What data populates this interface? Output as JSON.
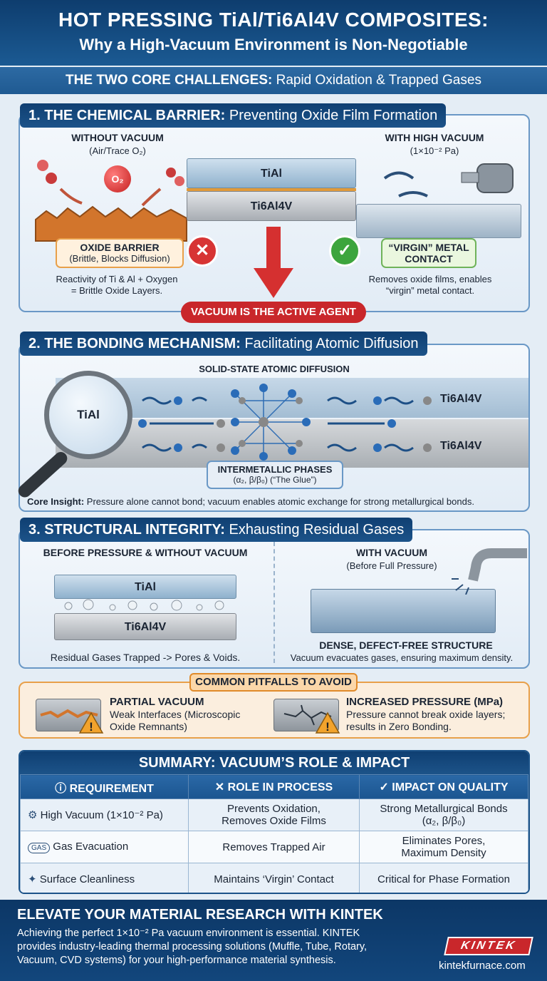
{
  "header": {
    "title": "HOT PRESSING TiAl/Ti6Al4V COMPOSITES:",
    "subtitle": "Why a High-Vacuum Environment is Non-Negotiable"
  },
  "challenges": {
    "bold": "THE TWO CORE CHALLENGES:",
    "rest": " Rapid Oxidation & Trapped Gases"
  },
  "s1": {
    "title_bold": "1. THE CHEMICAL BARRIER:",
    "title_rest": " Preventing Oxide Film Formation",
    "without_label": "WITHOUT VACUUM",
    "without_sub": "(Air/Trace O₂)",
    "with_label": "WITH HIGH VACUUM",
    "with_sub": "(1×10⁻² Pa)",
    "o2": "O₂",
    "plate_top": "TiAl",
    "plate_bottom": "Ti6Al4V",
    "oxide_title": "OXIDE BARRIER",
    "oxide_sub": "(Brittle, Blocks Diffusion)",
    "virgin_1": "“VIRGIN” METAL",
    "virgin_2": "CONTACT",
    "left_note_1": "Reactivity of Ti & Al + Oxygen",
    "left_note_2": "= Brittle Oxide Layers.",
    "right_note_1": "Removes oxide films, enables",
    "right_note_2": "“virgin” metal contact.",
    "agent": "VACUUM IS THE ACTIVE AGENT"
  },
  "s2": {
    "title_bold": "2. THE BONDING MECHANISM:",
    "title_rest": " Facilitating Atomic Diffusion",
    "diffusion": "SOLID-STATE ATOMIC DIFFUSION",
    "left_label": "TiAl",
    "right_label_1": "Ti6Al4V",
    "right_label_2": "Ti6Al4V",
    "phases_1": "INTERMETALLIC PHASES",
    "phases_2": "(α₂, β/β₀) (“The Glue”)",
    "insight_bold": "Core Insight:",
    "insight_rest": " Pressure alone cannot bond; vacuum enables atomic exchange for strong metallurgical bonds."
  },
  "s3": {
    "title_bold": "3. STRUCTURAL INTEGRITY:",
    "title_rest": " Exhausting Residual Gases",
    "before_label": "BEFORE PRESSURE & WITHOUT VACUUM",
    "plate_top": "TiAl",
    "plate_bottom": "Ti6Al4V",
    "before_note": "Residual Gases Trapped -> Pores & Voids.",
    "with_label": "WITH VACUUM",
    "with_sub": "(Before Full Pressure)",
    "dense": "DENSE, DEFECT-FREE STRUCTURE",
    "dense_note": "Vacuum evacuates gases, ensuring maximum density."
  },
  "pitfalls": {
    "title": "COMMON PITFALLS TO AVOID",
    "p1_title": "PARTIAL VACUUM",
    "p1_text_1": "Weak Interfaces (Microscopic",
    "p1_text_2": "Oxide Remnants)",
    "p2_title": "INCREASED PRESSURE (MPa)",
    "p2_text_1": "Pressure cannot break oxide layers;",
    "p2_text_2": "results in Zero Bonding."
  },
  "summary": {
    "title": "SUMMARY: VACUUM’S ROLE & IMPACT",
    "headers": [
      "REQUIREMENT",
      "ROLE IN PROCESS",
      "IMPACT ON QUALITY"
    ],
    "rows": [
      {
        "req": "High Vacuum (1×10⁻² Pa)",
        "role_1": "Prevents Oxidation,",
        "role_2": "Removes Oxide Films",
        "impact_1": "Strong Metallurgical Bonds",
        "impact_2": "(α₂, β/β₀)"
      },
      {
        "req": "Gas Evacuation",
        "role_1": "Removes Trapped Air",
        "role_2": "",
        "impact_1": "Eliminates Pores,",
        "impact_2": "Maximum Density"
      },
      {
        "req": "Surface Cleanliness",
        "role_1": "Maintains ‘Virgin’ Contact",
        "role_2": "",
        "impact_1": "Critical for Phase Formation",
        "impact_2": ""
      }
    ],
    "gas_icon_text": "GAS"
  },
  "footer": {
    "title": "ELEVATE YOUR MATERIAL RESEARCH WITH KINTEK",
    "body_1": "Achieving the perfect 1×10⁻² Pa vacuum environment is essential. KINTEK",
    "body_2": "provides industry-leading thermal processing solutions (Muffle, Tube, Rotary,",
    "body_3": "Vacuum, CVD systems) for your high-performance material synthesis.",
    "brand": "KINTEK",
    "url": "kintekfurnace.com"
  },
  "colors": {
    "navy": "#0f3f72",
    "red": "#c9272b",
    "green": "#3a9b3a",
    "orange": "#e88a2e"
  }
}
